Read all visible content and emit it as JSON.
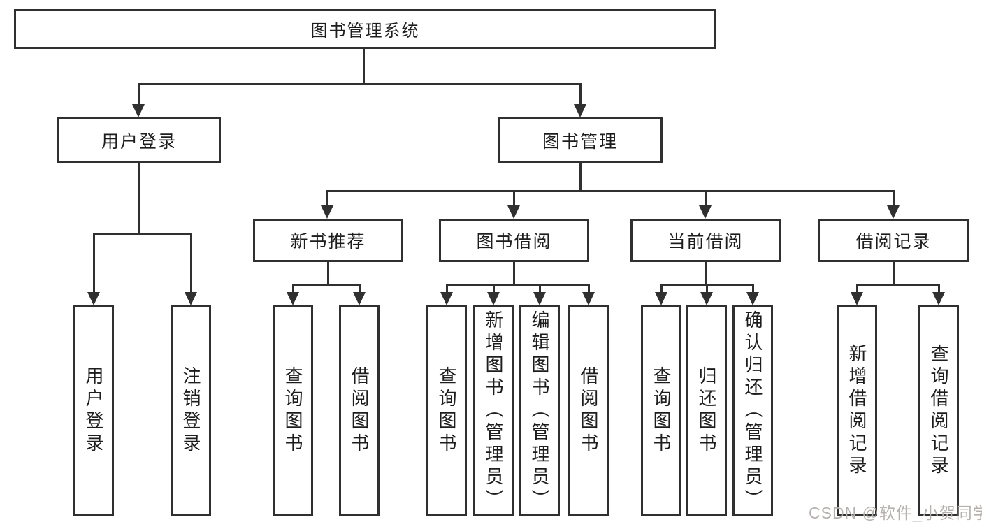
{
  "diagram": {
    "root": {
      "label": "图书管理系统"
    },
    "branches": {
      "user_login": {
        "label": "用户登录"
      },
      "book_management": {
        "label": "图书管理"
      }
    },
    "modules": {
      "new_book_recommend": {
        "label": "新书推荐"
      },
      "book_borrow": {
        "label": "图书借阅"
      },
      "current_borrow": {
        "label": "当前借阅"
      },
      "borrow_record": {
        "label": "借阅记录"
      }
    },
    "functions": {
      "login_user_login": {
        "label": "用户登录"
      },
      "login_logout": {
        "label": "注销登录"
      },
      "recommend_query_book": {
        "label": "查询图书"
      },
      "recommend_borrow_book": {
        "label": "借阅图书"
      },
      "borrow_query_book": {
        "label": "查询图书"
      },
      "borrow_add_book": {
        "label": "新增图书（管理员）"
      },
      "borrow_edit_book": {
        "label": "编辑图书（管理员）"
      },
      "borrow_borrow_book": {
        "label": "借阅图书"
      },
      "current_query_book": {
        "label": "查询图书"
      },
      "current_return_book": {
        "label": "归还图书"
      },
      "current_confirm_return": {
        "label": "确认归还（管理员）"
      },
      "record_add_record": {
        "label": "新增借阅记录"
      },
      "record_query_record": {
        "label": "查询借阅记录"
      }
    }
  },
  "watermark": {
    "text": "CSDN @软件_小贺同学"
  },
  "colors": {
    "line": "#303030",
    "text": "#1d1d1d",
    "background": "#ffffff",
    "watermark": "#b7b1ad"
  }
}
